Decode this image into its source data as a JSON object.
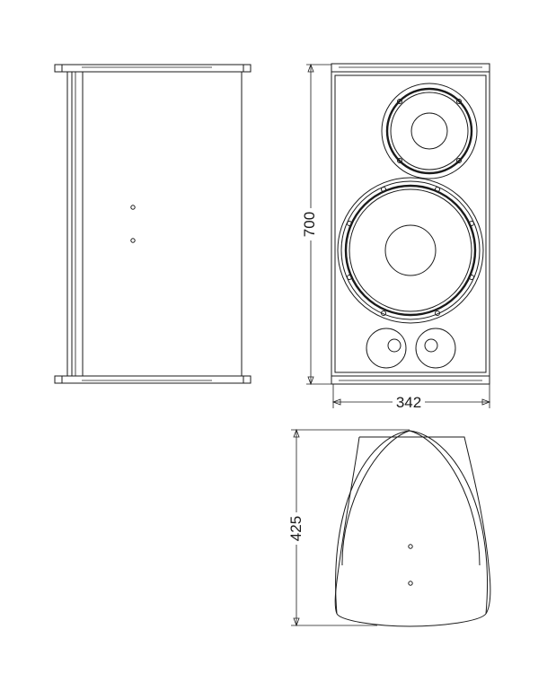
{
  "dimensions": {
    "height": "700",
    "width": "342",
    "depth": "425"
  },
  "colors": {
    "line": "#1a1a1a",
    "background": "#ffffff"
  }
}
